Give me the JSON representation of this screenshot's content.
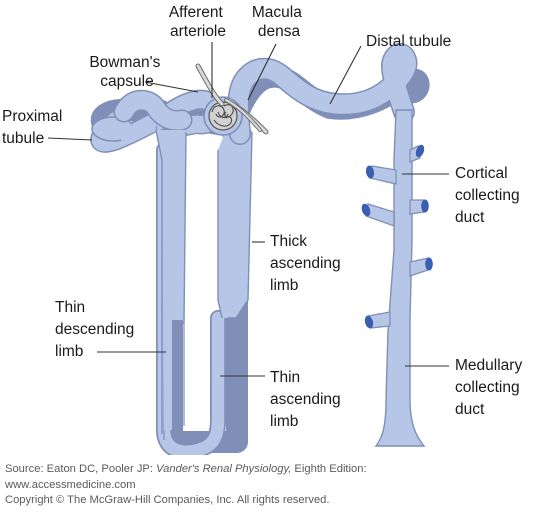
{
  "labels": {
    "afferent_arteriole": [
      "Afferent",
      "arteriole"
    ],
    "macula_densa": [
      "Macula",
      "densa"
    ],
    "distal_tubule": "Distal tubule",
    "bowmans_capsule": [
      "Bowman's",
      "capsule"
    ],
    "proximal_tubule": [
      "Proximal",
      "tubule"
    ],
    "cortical_collecting_duct": [
      "Cortical",
      "collecting",
      "duct"
    ],
    "thick_ascending_limb": [
      "Thick",
      "ascending",
      "limb"
    ],
    "thin_descending_limb": [
      "Thin",
      "descending",
      "limb"
    ],
    "thin_ascending_limb": [
      "Thin",
      "ascending",
      "limb"
    ],
    "medullary_collecting_duct": [
      "Medullary",
      "collecting",
      "duct"
    ]
  },
  "credit": {
    "source_prefix": "Source: Eaton DC, Pooler JP: ",
    "book_title": "Vander's Renal Physiology,",
    "source_suffix": " Eighth Edition:",
    "website": "www.accessmedicine.com",
    "copyright": "Copyright © The McGraw-Hill Companies, Inc. All rights reserved."
  },
  "colors": {
    "tubule_fill": "#b6c6e6",
    "tubule_outline": "#7f8fb8",
    "duct_openings": "#3a5fb0",
    "glomerulus": "#c9c9c9",
    "leader_lines": "#333333"
  }
}
